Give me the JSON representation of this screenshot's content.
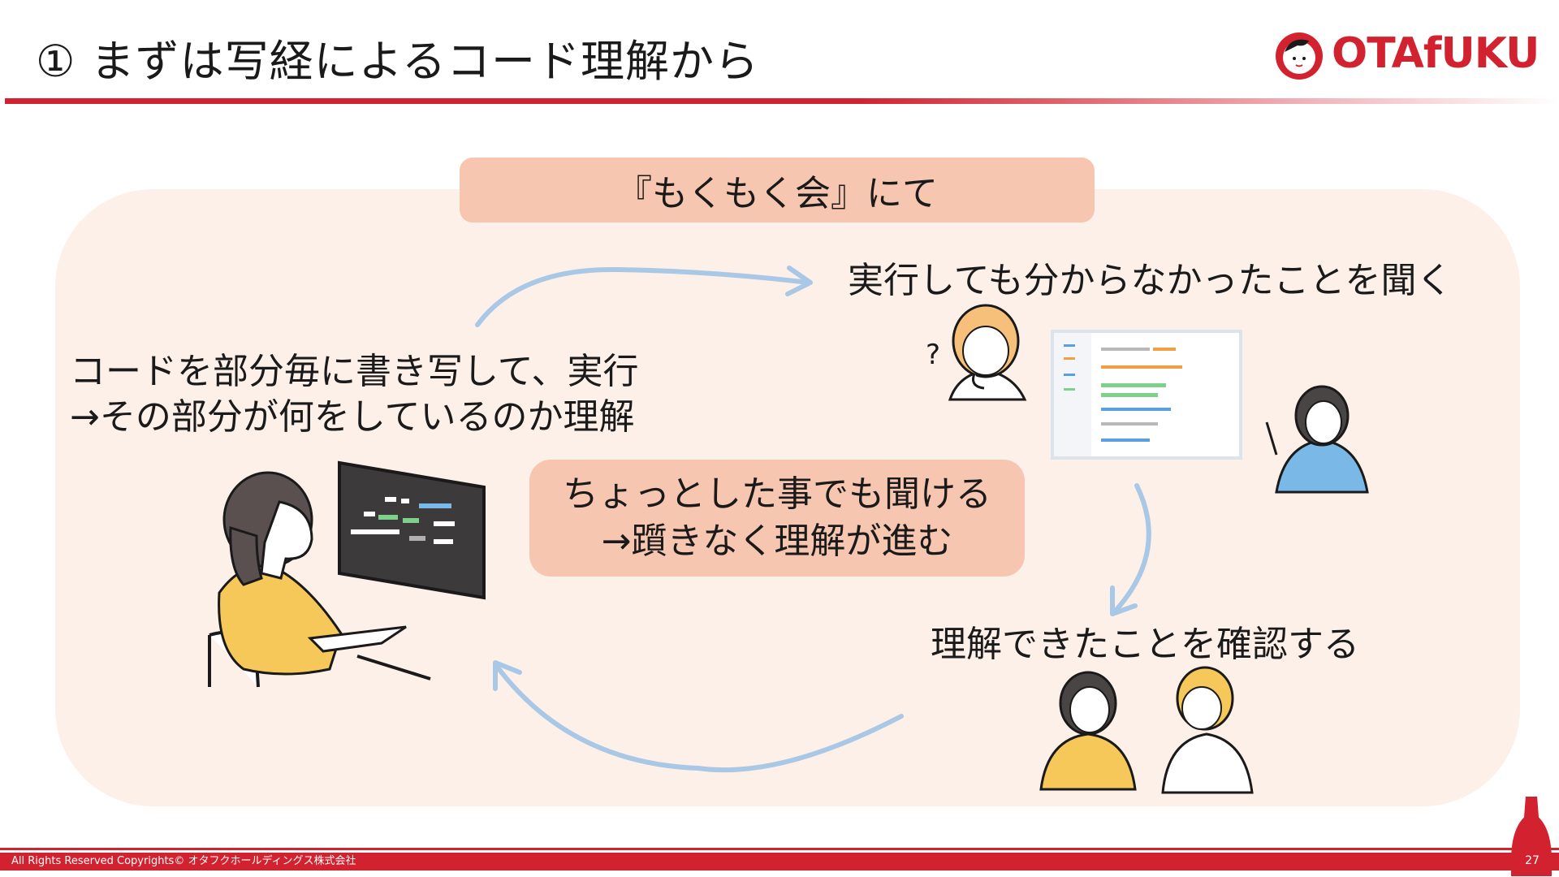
{
  "header": {
    "title": "①  まずは写経によるコード理解から",
    "logo_text": "OTAfUKU"
  },
  "panel": {
    "label": "『もくもく会』にて",
    "steps": {
      "write_line1": "コードを部分毎に書き写して、実行",
      "write_line2": "→その部分が何をしているのか理解",
      "ask": "実行しても分からなかったことを聞く",
      "confirm": "理解できたことを確認する"
    },
    "center": {
      "line1": "ちょっとした事でも聞ける",
      "line2": "→躓きなく理解が進む"
    }
  },
  "illustration_names": {
    "question": "?"
  },
  "footer": {
    "copyright": "All Rights Reserved Copyrights© オタフクホールディングス株式会社",
    "page_number": "27"
  },
  "colors": {
    "brand_red": "#d3222f",
    "panel_bg": "#fdf0e9",
    "pill_bg": "#f6c6b0",
    "arrow_blue": "#a9c8e6",
    "accent_yellow": "#f6c85a"
  }
}
